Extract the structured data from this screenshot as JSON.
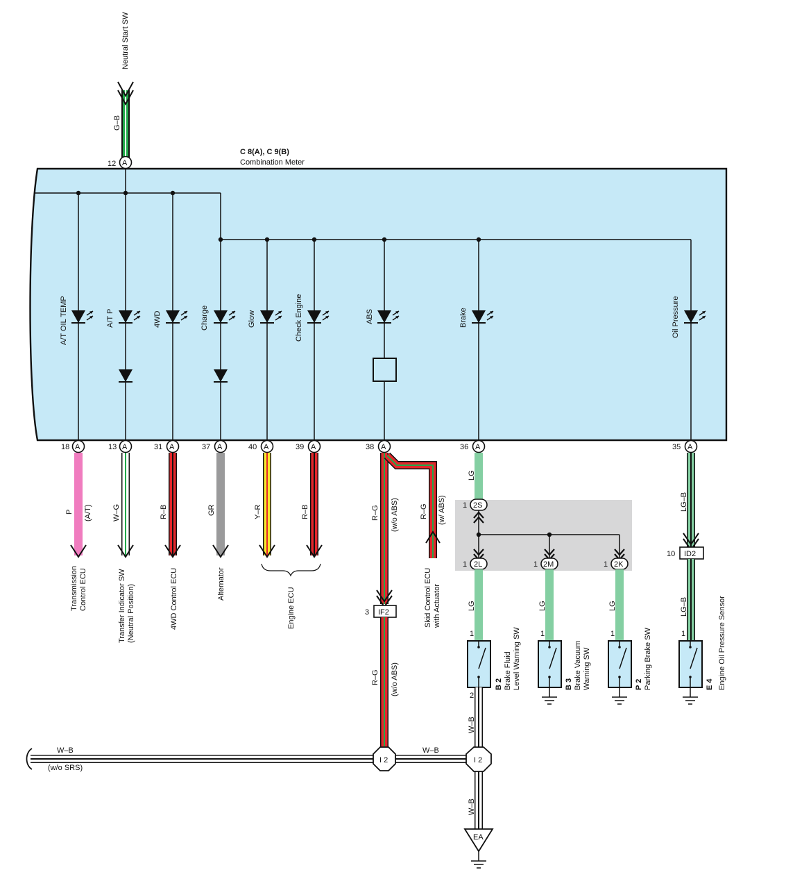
{
  "colors": {
    "meter_fill": "#c6e9f7",
    "wire_black": "#111111",
    "pink": "#f07cbf",
    "white": "#ffffff",
    "green": "#22a84a",
    "red": "#e4262b",
    "gray": "#9a9a9b",
    "yellow": "#f7e82c",
    "light_green": "#84cfa2",
    "junction_box": "#d7d7d8"
  },
  "top_connector": {
    "label": "Neutral Start SW",
    "wire": "G–B",
    "pin": "12",
    "conn": "A"
  },
  "meter": {
    "id": "C 8(A), C 9(B)",
    "name": "Combination Meter"
  },
  "lamps": [
    {
      "key": "at_oil_temp",
      "label": "A/T OIL TEMP"
    },
    {
      "key": "at_p",
      "label": "A/T P"
    },
    {
      "key": "fwd",
      "label": "4WD"
    },
    {
      "key": "charge",
      "label": "Charge"
    },
    {
      "key": "glow",
      "label": "Glow"
    },
    {
      "key": "check_engine",
      "label": "Check Engine"
    },
    {
      "key": "abs",
      "label": "ABS"
    },
    {
      "key": "brake",
      "label": "Brake"
    },
    {
      "key": "oil_pressure",
      "label": "Oil Pressure"
    }
  ],
  "bottom_pins": [
    {
      "pin": "18",
      "conn": "A",
      "wire": "P",
      "note": "(A/T)",
      "dest": [
        "Transmission",
        "Control ECU"
      ]
    },
    {
      "pin": "13",
      "conn": "A",
      "wire": "W–G",
      "dest": [
        "Transfer Indicator SW",
        "(Neutral Position)"
      ]
    },
    {
      "pin": "31",
      "conn": "A",
      "wire": "R–B",
      "dest": [
        "4WD Control ECU"
      ]
    },
    {
      "pin": "37",
      "conn": "A",
      "wire": "GR",
      "dest": [
        "Alternator"
      ]
    },
    {
      "pin": "40",
      "conn": "A",
      "wire": "Y–R"
    },
    {
      "pin": "39",
      "conn": "A",
      "wire": "R–B"
    },
    {
      "pin": "38",
      "conn": "A",
      "wire": "R–G",
      "note": "(w/o ABS)"
    },
    {
      "pin": "36",
      "conn": "A",
      "wire": "LG"
    },
    {
      "pin": "35",
      "conn": "A",
      "wire": "LG–B"
    }
  ],
  "engine_ecu": "Engine ECU",
  "abs_branch": {
    "wire": "R–G",
    "note": "(w/ ABS)",
    "dest": [
      "Skid Control ECU",
      "with Actuator"
    ]
  },
  "if2": {
    "pin": "3",
    "name": "IF2",
    "wire": "R–G",
    "note": "(w/o ABS)"
  },
  "id2": {
    "pin": "10",
    "name": "ID2",
    "wire": "LG–B"
  },
  "junction": {
    "top": {
      "pin": "1",
      "name": "2S"
    },
    "outs": [
      {
        "pin": "1",
        "name": "2L",
        "wire": "LG"
      },
      {
        "pin": "1",
        "name": "2M",
        "wire": "LG"
      },
      {
        "pin": "1",
        "name": "2K",
        "wire": "LG"
      }
    ]
  },
  "switches": [
    {
      "pin1": "1",
      "pin2": "2",
      "id": "B 2",
      "lines": [
        "Brake Fluid",
        "Level Warning SW"
      ]
    },
    {
      "pin1": "1",
      "id": "B 3",
      "lines": [
        "Brake Vacuum",
        "Warning SW"
      ]
    },
    {
      "pin1": "1",
      "id": "P 2",
      "lines": [
        "Parking Brake SW"
      ]
    },
    {
      "pin1": "1",
      "id": "E 4",
      "lines": [
        "Engine Oil Pressure Sensor"
      ]
    }
  ],
  "ground_wires": {
    "left": "W–B",
    "left_note": "(w/o SRS)",
    "mid": "W–B",
    "vert1": "W–B",
    "vert2": "W–B"
  },
  "i2_left": "I 2",
  "i2_right": "I 2",
  "ground_point": "EA"
}
